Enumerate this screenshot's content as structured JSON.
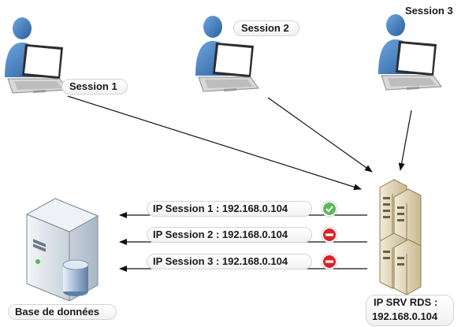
{
  "sessions": [
    {
      "label": "Session 1"
    },
    {
      "label": "Session 2"
    },
    {
      "label": "Session 3"
    }
  ],
  "server": {
    "label_line1": "IP SRV RDS :",
    "label_line2": "192.168.0.104"
  },
  "database": {
    "label": "Base de données"
  },
  "connections": [
    {
      "label": "IP Session 1 : 192.168.0.104",
      "status_icon": "check-icon",
      "status_color": "#5cb85c"
    },
    {
      "label": "IP Session 2 : 192.168.0.104",
      "status_icon": "no-entry-icon",
      "status_color": "#d9232a"
    },
    {
      "label": "IP Session 3 : 192.168.0.104",
      "status_icon": "no-entry-icon",
      "status_color": "#d9232a"
    }
  ],
  "colors": {
    "person": "#3a79bf",
    "laptop_body": "#e4e4e4",
    "screen": "#ffffff",
    "server": "#dccfb0",
    "database": "#dde6ee",
    "arrow": "#111111"
  }
}
